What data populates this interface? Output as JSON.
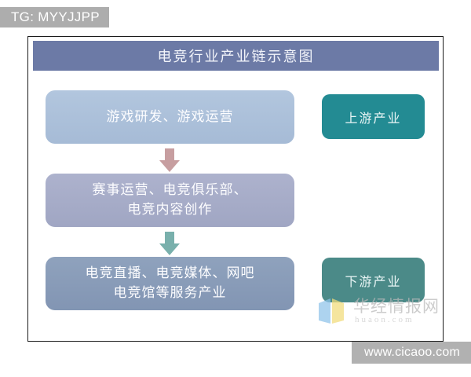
{
  "overlay": {
    "tg_tag": "TG: MYYJJPP",
    "source_bar": "www.cicaoo.com"
  },
  "figure": {
    "title": "电竞行业产业链示意图",
    "chain": [
      {
        "id": "upstream",
        "lines": [
          "游戏研发、游戏运营"
        ],
        "color": "#a6bbd6"
      },
      {
        "id": "midstream",
        "lines": [
          "赛事运营、电竞俱乐部、",
          "电竞内容创作"
        ],
        "color": "#a0a6c3"
      },
      {
        "id": "downstream",
        "lines": [
          "电竞直播、电竞媒体、网吧",
          "电竞馆等服务产业"
        ],
        "color": "#8295b3"
      }
    ],
    "arrows": [
      {
        "id": "arrow-upstream-to-midstream",
        "color": "#c79ea0"
      },
      {
        "id": "arrow-midstream-to-downstream",
        "color": "#79b0ac"
      }
    ],
    "tiers": [
      {
        "id": "tier-upstream",
        "label": "上游产业",
        "color": "#238b93"
      },
      {
        "id": "tier-downstream",
        "label": "下游产业",
        "color": "#4b8a88"
      }
    ],
    "watermark": {
      "cn": "华经情报网",
      "url": "huaon.com"
    }
  }
}
